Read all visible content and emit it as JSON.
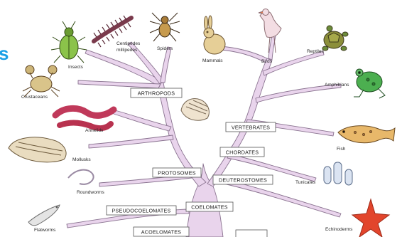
{
  "edge_text": "s",
  "groups": {
    "arthropods": "ARTHROPODS",
    "vertebrates": "VERTEBRATES",
    "chordates": "CHORDATES",
    "protostomes": "PROTOSOMES",
    "deuterostomes": "DEUTEROSTOMES",
    "coelomates": "COELOMATES",
    "pseudocoelomates": "PSEUDOCOELOMATES",
    "acoelomates": "ACOELOMATES"
  },
  "animals": {
    "insects": "Insects",
    "centipedes_line1": "Centipedes",
    "centipedes_line2": "millipedes",
    "spiders": "Spiders",
    "mammals": "Mammals",
    "birds": "Birds",
    "reptiles": "Reptiles",
    "crustaceans": "Crustaceans",
    "amphibians": "Amphibians",
    "annelids": "Annelids",
    "fish": "Fish",
    "mollusks": "Mollusks",
    "tunicates": "Tunicates",
    "roundworms": "Roundworms",
    "flatworms": "Flatworms",
    "echinoderms": "Echinoderms"
  },
  "colors": {
    "branch_fill": "#e9d4ec",
    "branch_stroke": "#8a7390",
    "label_box_fill": "#ffffff",
    "label_box_stroke": "#555555",
    "accent_text": "#1aa0e6",
    "starfish": "#e2452c",
    "frog": "#4caf50",
    "beetle": "#8bc34a",
    "worm": "#c0395a"
  }
}
